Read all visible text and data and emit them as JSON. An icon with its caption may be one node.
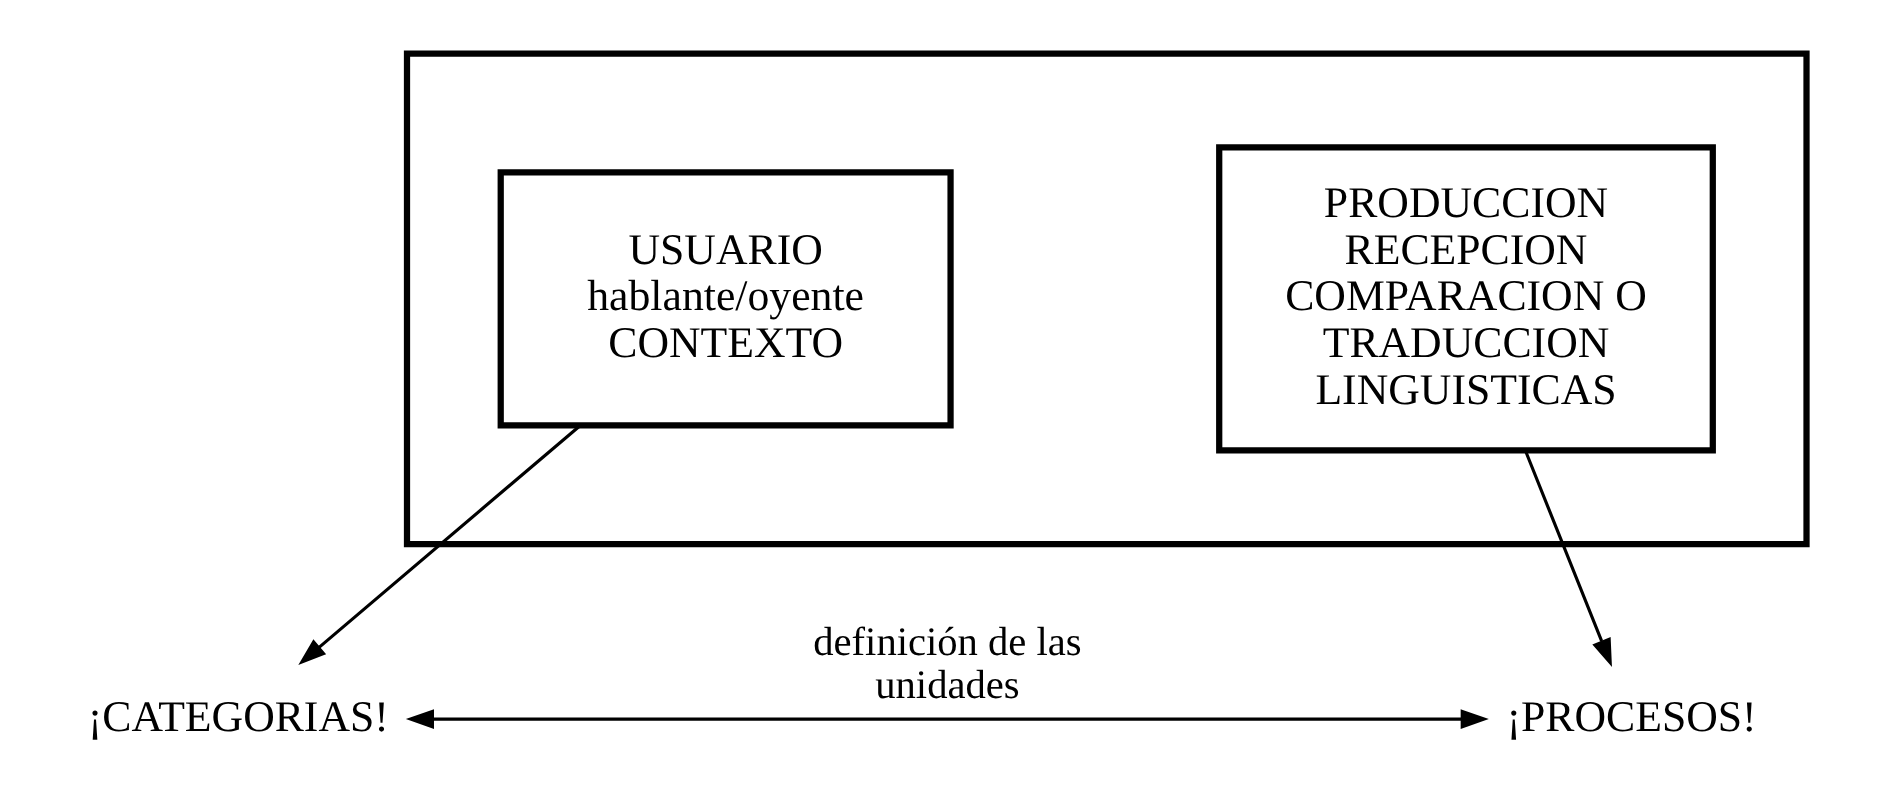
{
  "diagram": {
    "nodes": [
      {
        "text": [],
        "shape": "box"
      },
      {
        "text": [
          "USUARIO",
          "hablante/oyente",
          "CONTEXTO"
        ],
        "in": 0
      },
      {
        "text": [
          "PRODUCCION RECEPCION COMPARACION O TRADUCCION LINGUISTICAS"
        ],
        "in": 0
      },
      {
        "text": [
          "¡CATEGORIAS!"
        ]
      },
      {
        "text": [
          "¡PROCESOS!"
        ]
      }
    ],
    "edges": [
      {
        "from": 1,
        "to": 3,
        "arrow": "to"
      },
      {
        "from": 2,
        "to": 4,
        "arrow": "to"
      },
      {
        "from": 3,
        "to": 4,
        "arrow": "both",
        "label": "definición de las unidades"
      }
    ]
  }
}
